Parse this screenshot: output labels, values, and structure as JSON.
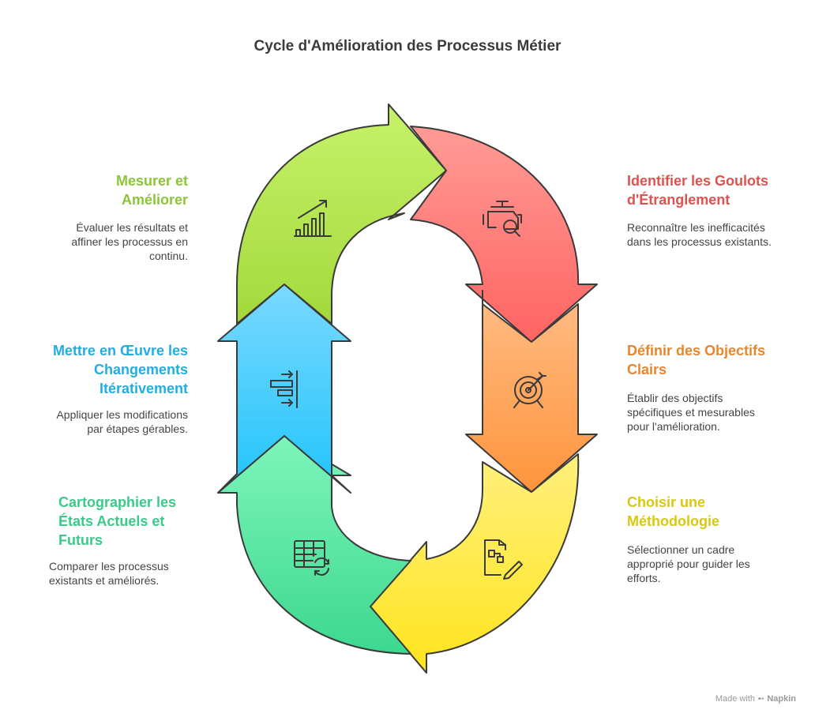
{
  "title": "Cycle d'Amélioration des Processus Métier",
  "stages": [
    {
      "id": "goulots",
      "heading": "Identifier les Goulots d'Étranglement",
      "description": "Reconnaître les inefficacités dans les processus existants.",
      "color": "#e0524f",
      "icon": "engine-magnifier-icon"
    },
    {
      "id": "objectifs",
      "heading": "Définir des Objectifs Clairs",
      "description": "Établir des objectifs spécifiques et mesurables pour l'amélioration.",
      "color": "#e8862f",
      "icon": "target-icon"
    },
    {
      "id": "methodologie",
      "heading": "Choisir une Méthodologie",
      "description": "Sélectionner un cadre approprié pour guider les efforts.",
      "color": "#d8c814",
      "icon": "flowchart-document-icon"
    },
    {
      "id": "cartographier",
      "heading": "Cartographier les États Actuels et Futurs",
      "description": "Comparer les processus existants et améliorés.",
      "color": "#3cc98a",
      "icon": "table-refresh-icon"
    },
    {
      "id": "mettre",
      "heading": "Mettre en Œuvre les Changements Itérativement",
      "description": "Appliquer les modifications par étapes gérables.",
      "color": "#22aee0",
      "icon": "gantt-icon"
    },
    {
      "id": "mesurer",
      "heading": "Mesurer et Améliorer",
      "description": "Évaluer les résultats et affiner les processus en continu.",
      "color": "#8cc43b",
      "icon": "growth-chart-icon"
    }
  ],
  "footer": {
    "prefix": "Made with",
    "brand": "Napkin"
  }
}
